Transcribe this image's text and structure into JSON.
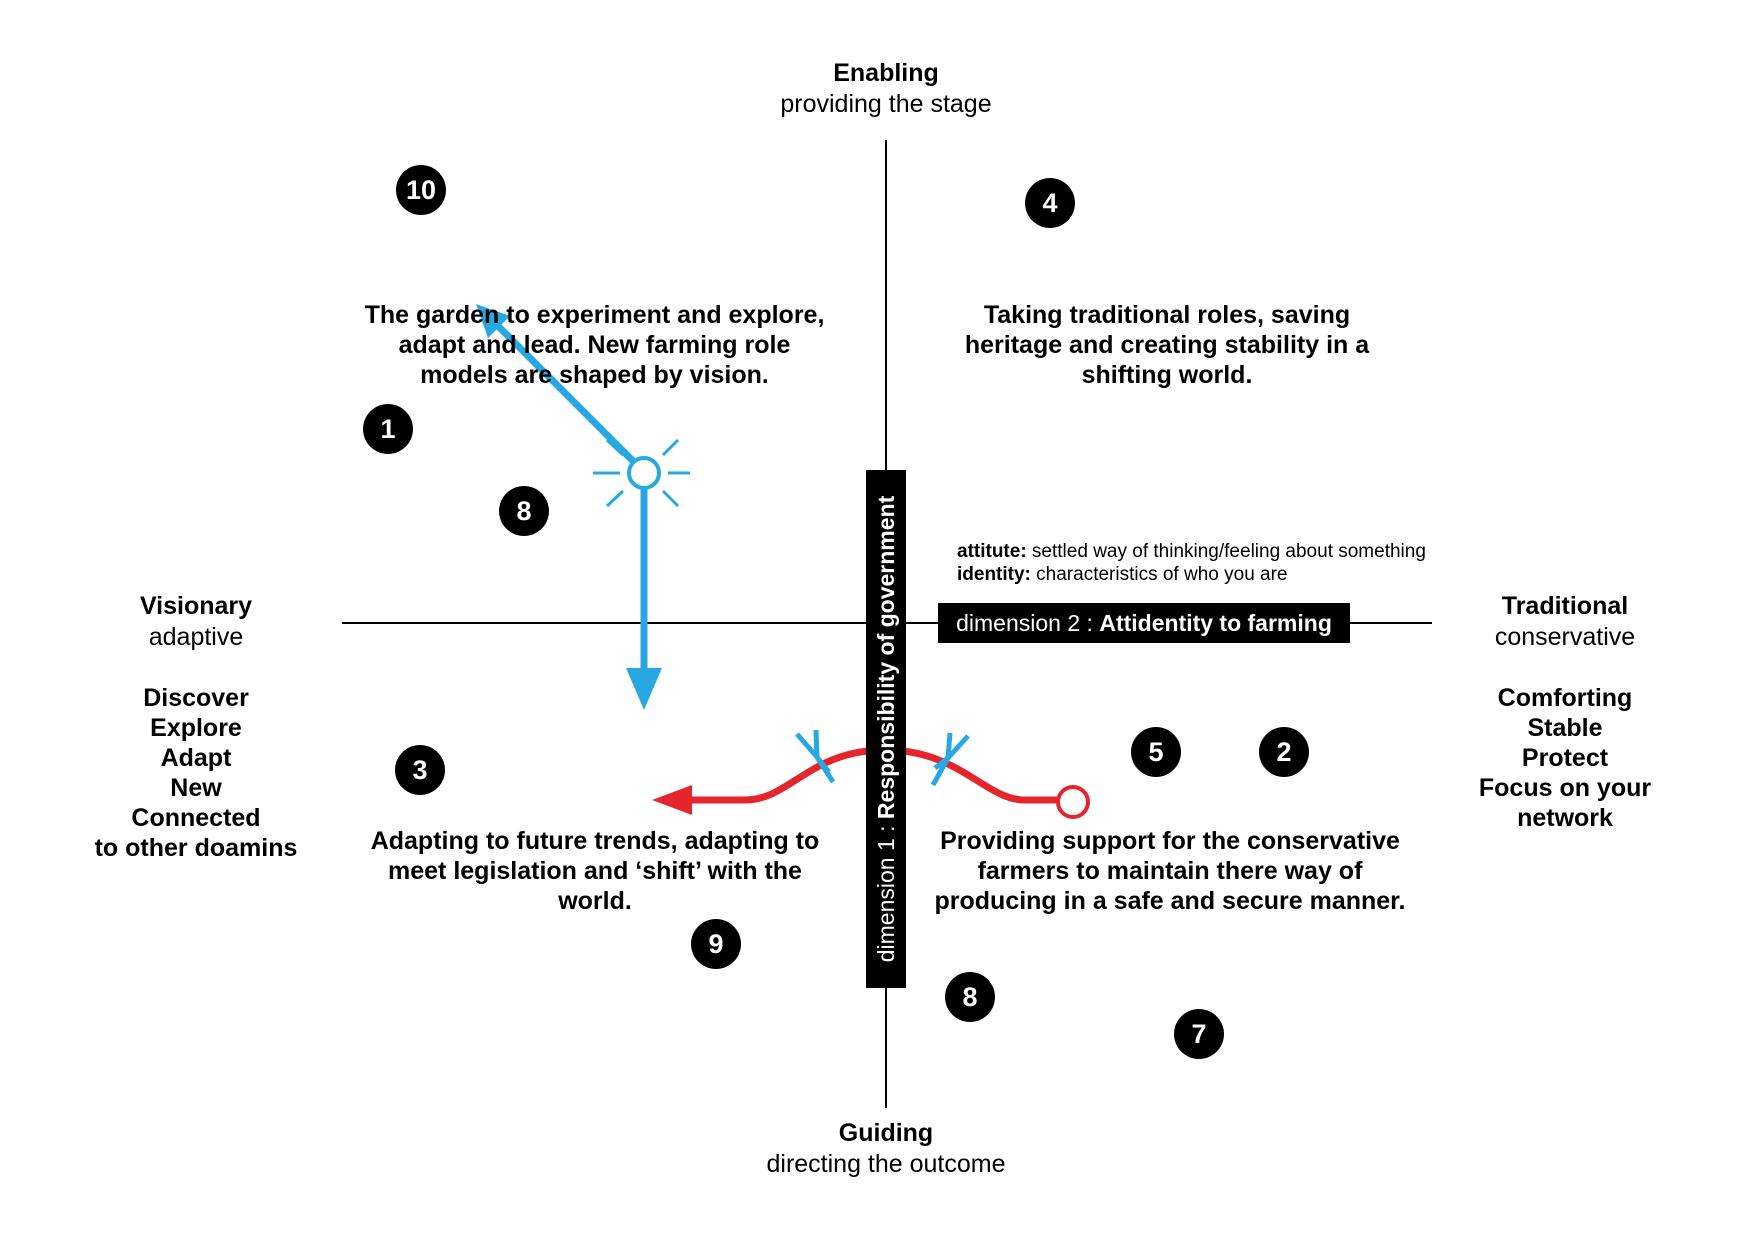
{
  "colors": {
    "ink": "#000000",
    "blue_arrow": "#29a7e1",
    "red_arrow": "#e4252c"
  },
  "axes": {
    "top": {
      "title": "Enabling",
      "subtitle": "providing the stage"
    },
    "bottom": {
      "title": "Guiding",
      "subtitle": "directing the outcome"
    },
    "left": {
      "title": "Visionary",
      "subtitle": "adaptive"
    },
    "right": {
      "title": "Traditional",
      "subtitle": "conservative"
    }
  },
  "dimension1": {
    "prefix": "dimension 1 : ",
    "name": "Responsibility of government"
  },
  "dimension2": {
    "prefix": "dimension 2 : ",
    "name": "Attidentity to farming"
  },
  "definitions": [
    {
      "term": "attitute:",
      "text": " settled way of thinking/feeling about something"
    },
    {
      "term": "identity:",
      "text": " characteristics of who you are"
    }
  ],
  "quadrants": {
    "top_left": "The garden to experiment and explore, adapt and lead. New farming role models are shaped by vision.",
    "top_right": "Taking traditional roles, saving heritage and creating stability in a shifting world.",
    "bottom_left": "Adapting to future trends, adapting to meet legislation and ‘shift’ with the world.",
    "bottom_right": "Providing support for the conservative farmers to maintain there way of producing in a safe and secure manner."
  },
  "left_words": [
    "Discover",
    "Explore",
    "Adapt",
    "New",
    "Connected",
    "to other doamins"
  ],
  "right_words": [
    "Comforting",
    "Stable",
    "Protect",
    "Focus on your",
    "network"
  ],
  "badges": [
    "10",
    "4",
    "1",
    "8",
    "3",
    "5",
    "2",
    "9",
    "8",
    "7"
  ]
}
